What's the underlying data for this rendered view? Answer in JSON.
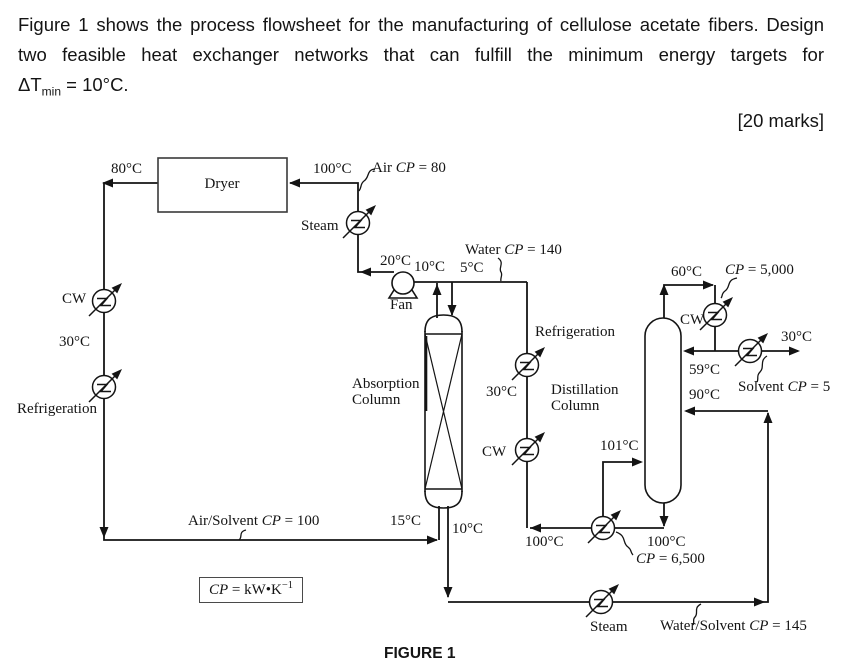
{
  "question": {
    "line1": "Figure 1 shows the process flowsheet for the manufacturing of cellulose acetate fibers. Design",
    "line2": "two feasible heat exchanger networks that can fulfill the minimum energy targets for",
    "line3_delta": "ΔT",
    "line3_sub": "min",
    "line3_rest": " = 10°C.",
    "marks": "[20 marks]"
  },
  "figure": {
    "caption": "FIGURE 1",
    "units": {
      "cp": "CP",
      "rest": " = kW•K",
      "sup": "−1"
    },
    "equipment": {
      "dryer": "Dryer",
      "fan": "Fan",
      "absorption1": "Absorption",
      "absorption2": "Column",
      "distillation1": "Distillation",
      "distillation2": "Column"
    },
    "utilities": {
      "cw": "CW",
      "steam": "Steam",
      "refrigeration": "Refrigeration"
    },
    "temps": {
      "t80": "80°C",
      "t100_top": "100°C",
      "t20": "20°C",
      "t10_top": "10°C",
      "t5": "5°C",
      "t30_left": "30°C",
      "t30_mid": "30°C",
      "t30_right": "30°C",
      "t60": "60°C",
      "t59": "59°C",
      "t90": "90°C",
      "t101": "101°C",
      "t15": "15°C",
      "t10_bottom": "10°C",
      "t100_bottom_left": "100°C",
      "t100_bottom_right": "100°C"
    },
    "streams": {
      "air": {
        "pre": "Air ",
        "cp": "CP",
        "post": " = 80"
      },
      "water": {
        "pre": "Water ",
        "cp": "CP",
        "post": " = 140"
      },
      "cp5000": {
        "cp": "CP",
        "post": " = 5,000"
      },
      "solvent": {
        "pre": "Solvent ",
        "cp": "CP",
        "post": " = 5"
      },
      "air_solvent": {
        "pre": "Air/Solvent ",
        "cp": "CP",
        "post": " = 100"
      },
      "cp6500": {
        "cp": "CP",
        "post": " = 6,500"
      },
      "water_solvent": {
        "pre": "Water/Solvent ",
        "cp": "CP",
        "post": " = 145"
      }
    }
  }
}
